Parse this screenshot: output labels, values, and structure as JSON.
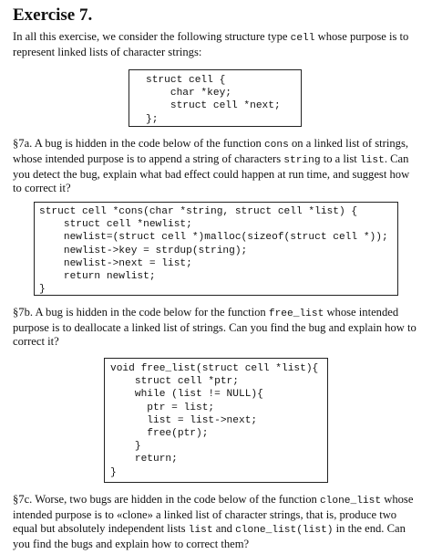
{
  "title": "Exercise 7.",
  "intro": {
    "part1": "In all this exercise, we consider the following structure type ",
    "code1": "cell",
    "part2": " whose purpose is to represent linked lists of character strings:"
  },
  "struct_code": [
    "struct cell {",
    "    char *key;",
    "    struct cell *next;",
    "};"
  ],
  "q7a": {
    "part1": "§7a. A bug is hidden in the code below of the function ",
    "code1": "cons",
    "part2": " on a linked list of strings, whose intended purpose is to append a string of characters ",
    "code2": "string",
    "part3": " to a list ",
    "code3": "list",
    "part4": ". Can you detect the bug, explain what bad effect could happen at run time, and suggest how to correct it?"
  },
  "cons_code": [
    "struct cell *cons(char *string, struct cell *list) {",
    "    struct cell *newlist;",
    "    newlist=(struct cell *)malloc(sizeof(struct cell *));",
    "    newlist->key = strdup(string);",
    "    newlist->next = list;",
    "    return newlist;",
    "}"
  ],
  "q7b": {
    "part1": "§7b. A bug is hidden in the code below for the function ",
    "code1": "free_list",
    "part2": " whose intended purpose is to deallocate a linked list of strings. Can you find the bug and explain how to correct it?"
  },
  "free_code": [
    "void free_list(struct cell *list){",
    "    struct cell *ptr;",
    "    while (list != NULL){",
    "      ptr = list;",
    "      list = list->next;",
    "      free(ptr);",
    "    }",
    "    return;",
    "}"
  ],
  "q7c": {
    "part1": "§7c. Worse, two bugs are hidden in the code below of the function ",
    "code1": "clone_list",
    "part2": " whose intended purpose is to «clone» a linked list of character strings, that is, produce two equal but absolutely independent lists ",
    "code2": "list",
    "part3": " and ",
    "code3": "clone_list(list)",
    "part4": " in the end. Can you find the bugs and explain how to correct them?"
  }
}
